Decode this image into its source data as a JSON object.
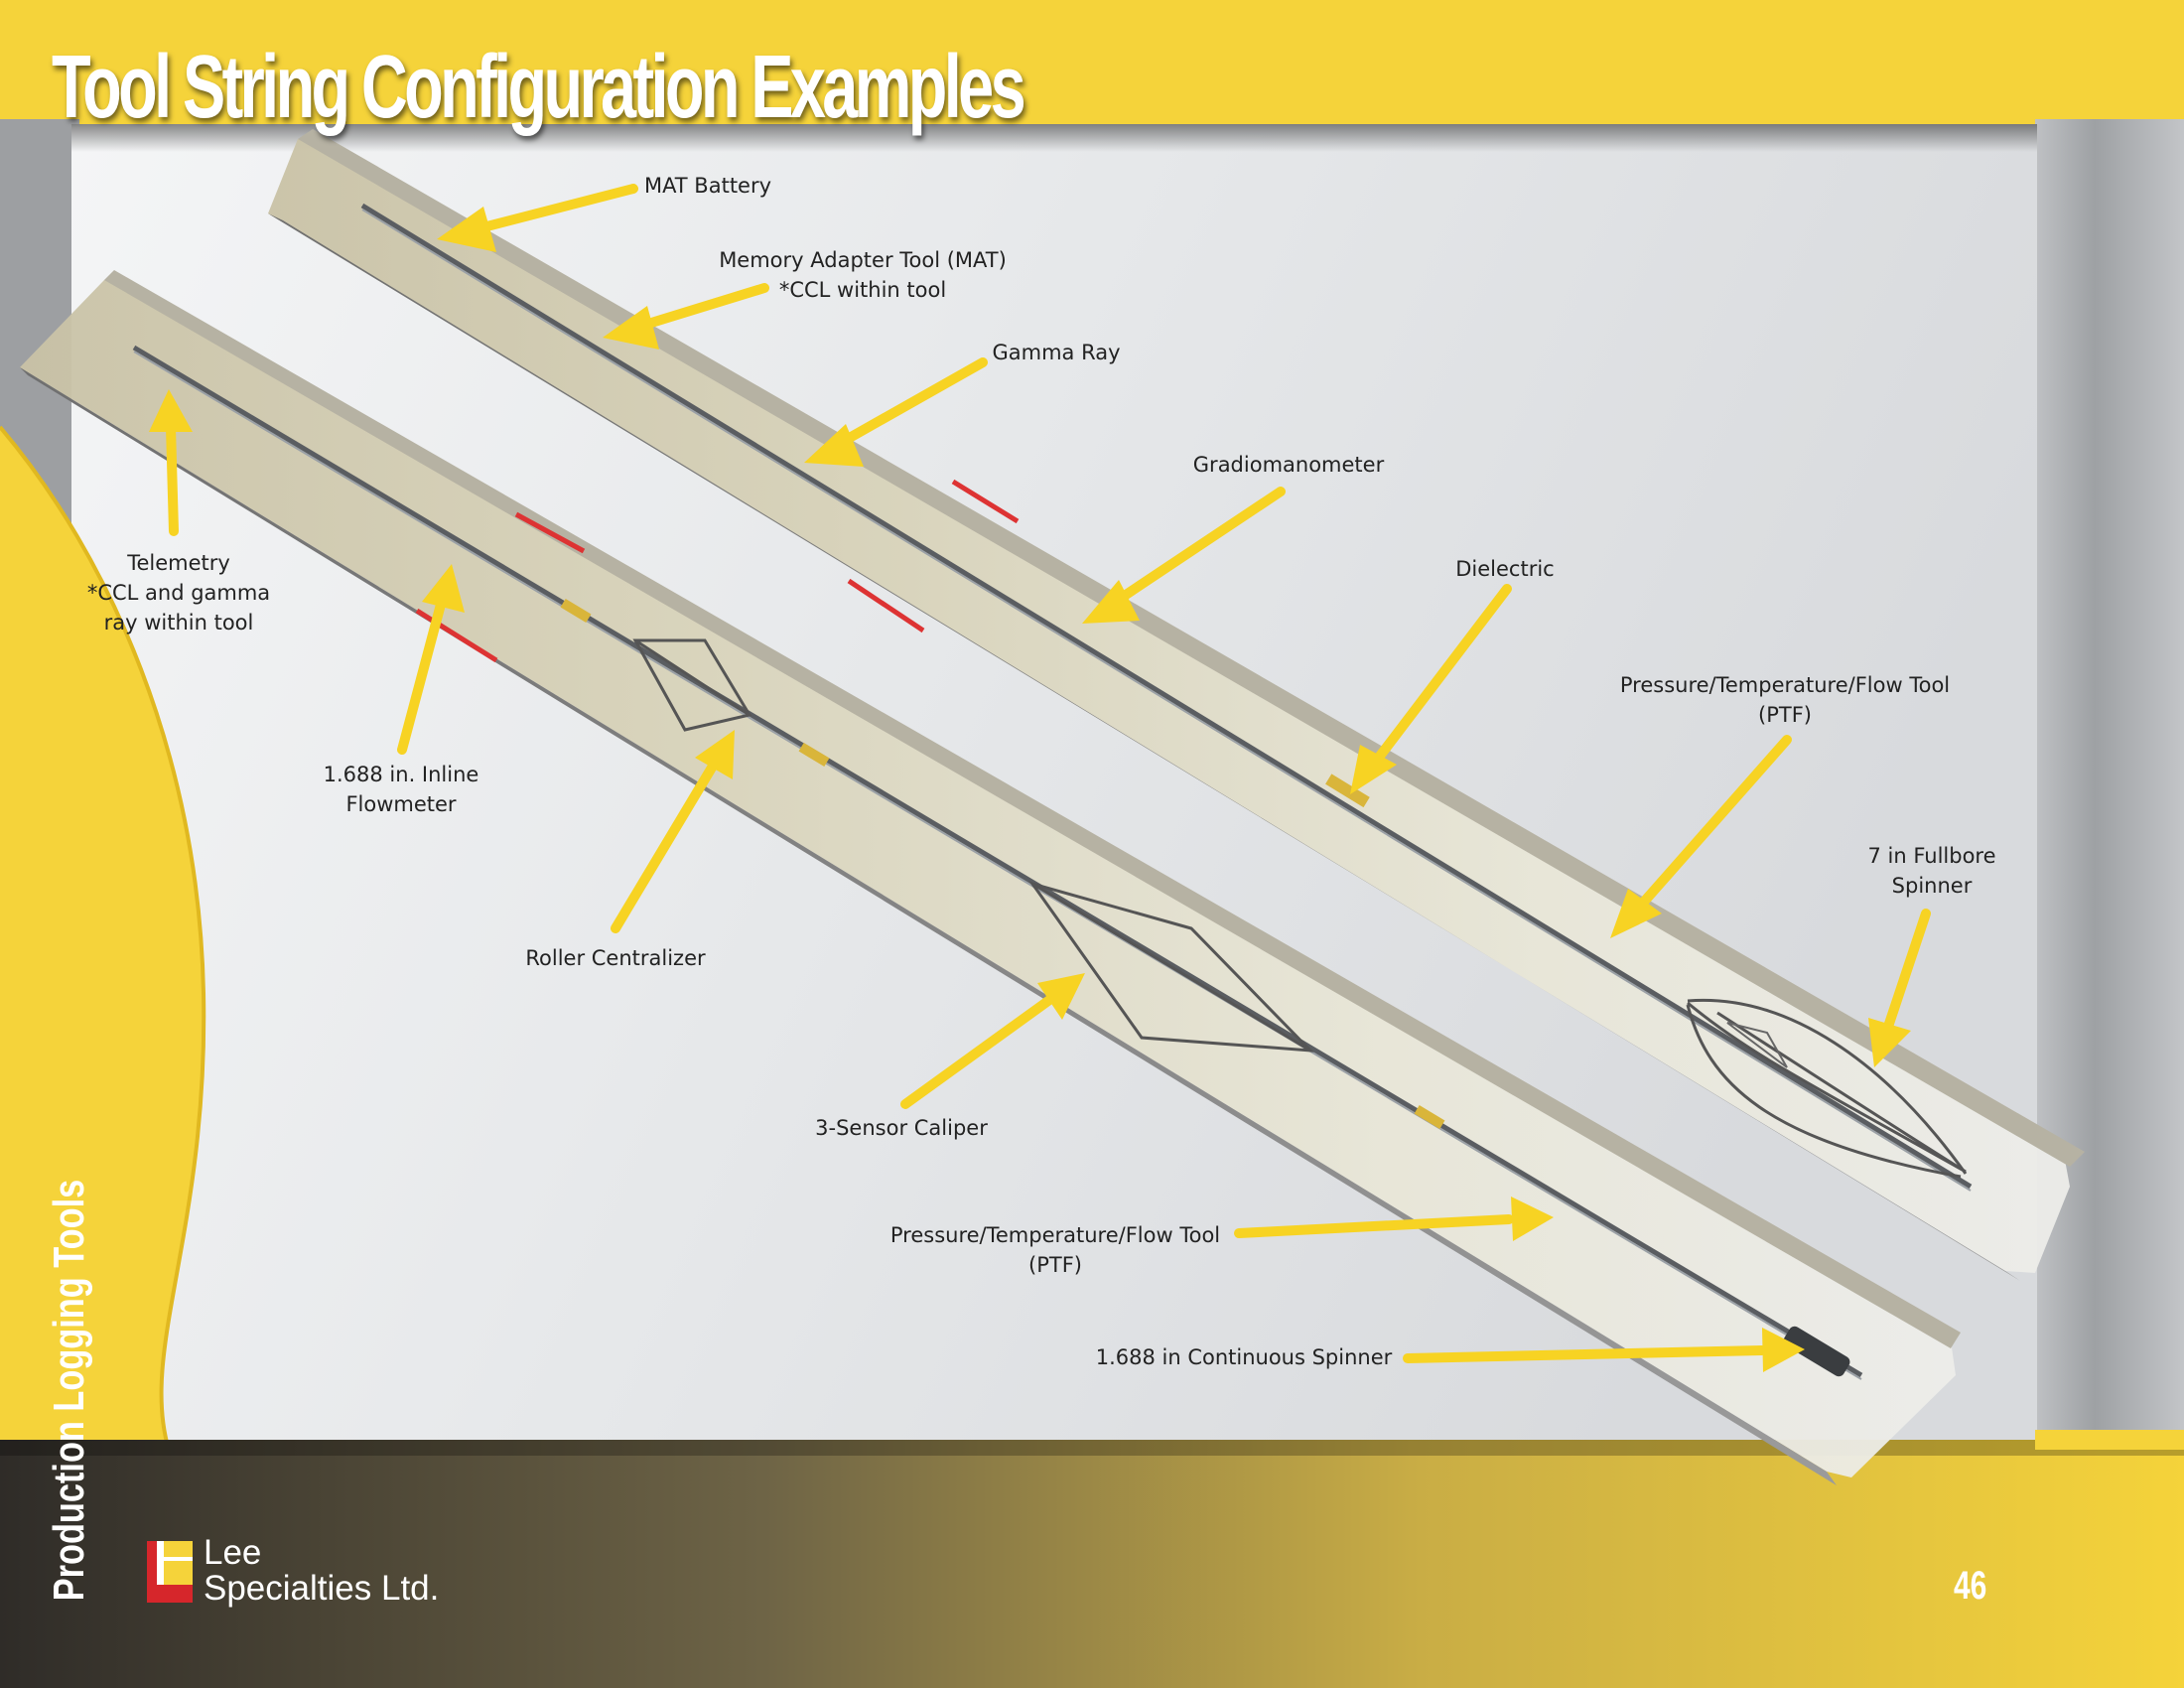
{
  "page": {
    "title": "Tool String Configuration Examples",
    "side_label": "Production Logging Tools",
    "page_number": "46",
    "brand": {
      "line1": "Lee",
      "line2": "Specialties Ltd."
    }
  },
  "colors": {
    "accent_yellow": "#f5d33a",
    "arrow_yellow": "#f7d323",
    "dark_band": "#3e3a30",
    "gray_panel": "#a7a9ac",
    "logo_red": "#d6262b"
  },
  "callouts": {
    "mat_battery": {
      "lines": [
        "MAT Battery"
      ]
    },
    "mat": {
      "lines": [
        "Memory Adapter Tool (MAT)",
        "*CCL within tool"
      ]
    },
    "gamma_ray": {
      "lines": [
        "Gamma Ray"
      ]
    },
    "gradiomanometer": {
      "lines": [
        "Gradiomanometer"
      ]
    },
    "dielectric": {
      "lines": [
        "Dielectric"
      ]
    },
    "ptf_top": {
      "lines": [
        "Pressure/Temperature/Flow Tool",
        "(PTF)"
      ]
    },
    "fullbore_spinner": {
      "lines": [
        "7 in Fullbore",
        "Spinner"
      ]
    },
    "telemetry": {
      "lines": [
        "Telemetry",
        "*CCL and gamma",
        "ray within tool"
      ]
    },
    "inline_flowmeter": {
      "lines": [
        "1.688 in. Inline",
        "Flowmeter"
      ]
    },
    "roller_centralizer": {
      "lines": [
        "Roller Centralizer"
      ]
    },
    "three_sensor_caliper": {
      "lines": [
        "3-Sensor Caliper"
      ]
    },
    "ptf_bottom": {
      "lines": [
        "Pressure/Temperature/Flow Tool",
        "(PTF)"
      ]
    },
    "continuous_spinner": {
      "lines": [
        "1.688 in Continuous Spinner"
      ]
    }
  }
}
